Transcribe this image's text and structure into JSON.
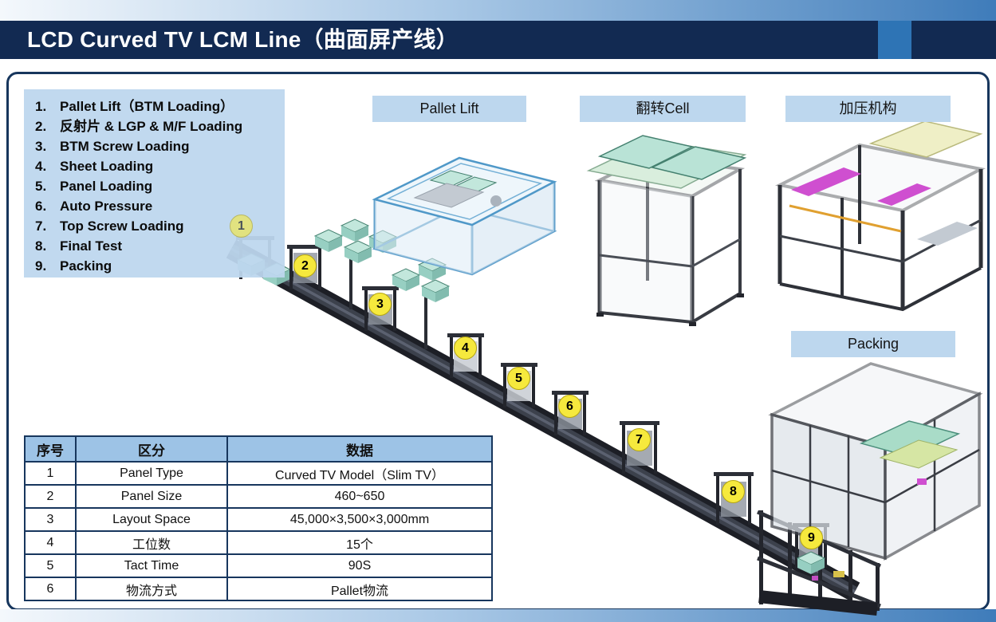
{
  "header": {
    "title": "LCD Curved TV LCM Line（曲面屏产线）"
  },
  "process_list": {
    "items": [
      {
        "num": "1.",
        "label": "Pallet Lift（BTM Loading）"
      },
      {
        "num": "2.",
        "label": "反射片 & LGP & M/F Loading"
      },
      {
        "num": "3.",
        "label": "BTM Screw Loading"
      },
      {
        "num": "4.",
        "label": "Sheet Loading"
      },
      {
        "num": "5.",
        "label": "Panel Loading"
      },
      {
        "num": "6.",
        "label": "Auto Pressure"
      },
      {
        "num": "7.",
        "label": "Top Screw Loading"
      },
      {
        "num": "8.",
        "label": "Final Test"
      },
      {
        "num": "9.",
        "label": "Packing"
      }
    ]
  },
  "equipment": {
    "pallet_lift_label": "Pallet Lift",
    "flip_cell_label": "翻转Cell",
    "pressure_label": "加压机构",
    "packing_label": "Packing"
  },
  "line_markers": [
    "1",
    "2",
    "3",
    "4",
    "5",
    "6",
    "7",
    "8",
    "9"
  ],
  "spec_table": {
    "headers": [
      "序号",
      "区分",
      "数据"
    ],
    "rows": [
      [
        "1",
        "Panel Type",
        "Curved TV Model（Slim TV）"
      ],
      [
        "2",
        "Panel Size",
        "460~650"
      ],
      [
        "3",
        "Layout Space",
        "45,000×3,500×3,000mm"
      ],
      [
        "4",
        "工位数",
        "15个"
      ],
      [
        "5",
        "Tact Time",
        "90S"
      ],
      [
        "6",
        "物流方式",
        "Pallet物流"
      ]
    ]
  },
  "colors": {
    "title_bar_navy": "#122a52",
    "accent_blue": "#2e74b5",
    "panel_light_blue": "#bdd7ee",
    "table_header_blue": "#9dc3e6",
    "table_border_navy": "#17365d",
    "marker_yellow": "#f6e93d"
  }
}
